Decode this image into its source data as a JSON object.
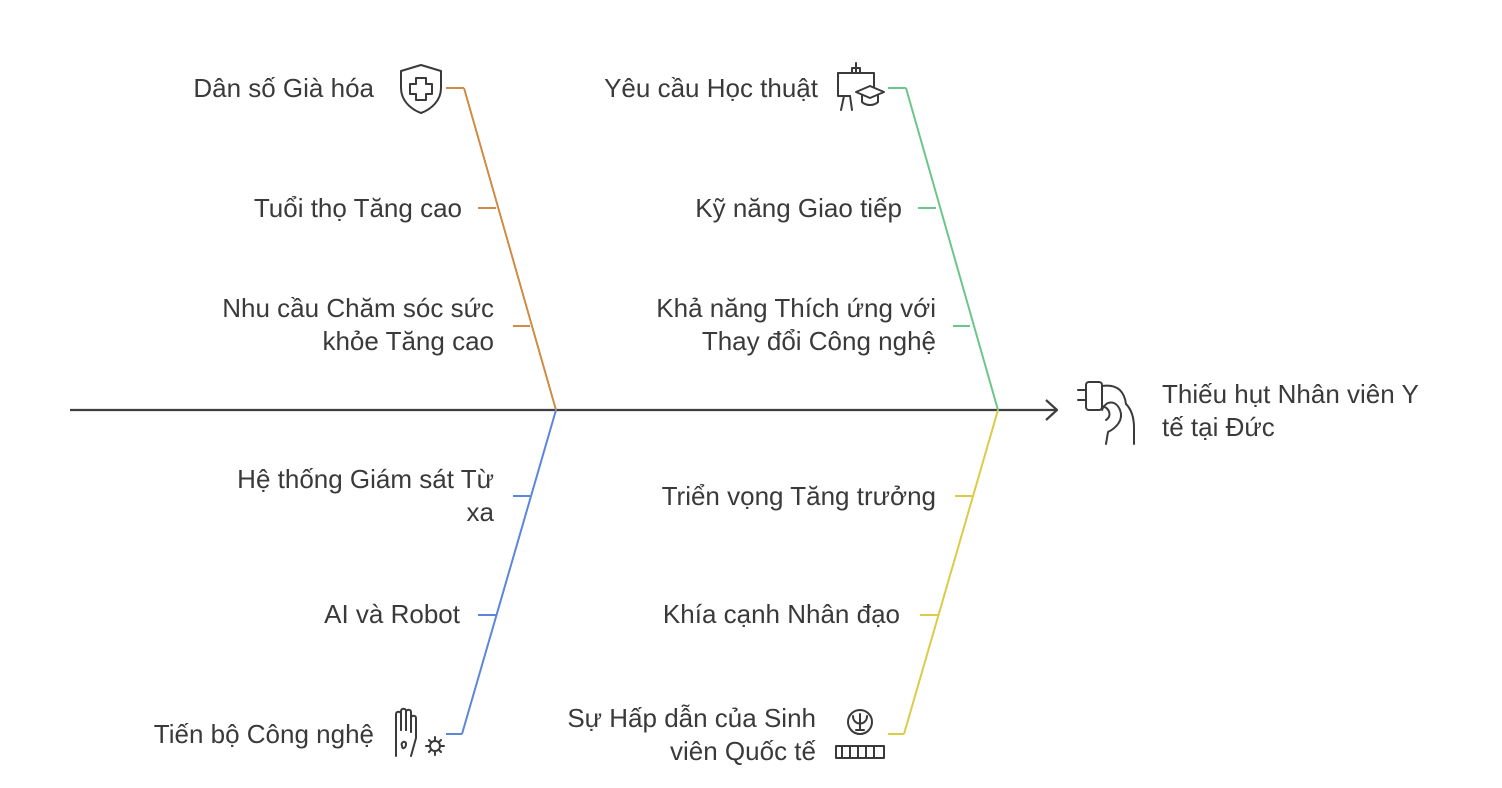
{
  "effect": {
    "label_lines": [
      "Thiếu hụt Nhân viên Y",
      "tế tại Đức"
    ],
    "icon": "nurse-hand-plug-icon"
  },
  "categories": [
    {
      "key": "demographic",
      "color": "#d08b45",
      "icon": "shield-plus-icon",
      "causes": [
        {
          "lines": [
            "Dân số Già hóa"
          ]
        },
        {
          "lines": [
            "Tuổi thọ Tăng cao"
          ]
        },
        {
          "lines": [
            "Nhu cầu Chăm sóc sức",
            "khỏe Tăng cao"
          ]
        }
      ]
    },
    {
      "key": "education",
      "color": "#6cc58a",
      "icon": "whiteboard-graduation-cap-icon",
      "causes": [
        {
          "lines": [
            "Yêu cầu Học thuật"
          ]
        },
        {
          "lines": [
            "Kỹ năng Giao tiếp"
          ]
        },
        {
          "lines": [
            "Khả năng Thích ứng với",
            "Thay đổi Công nghệ"
          ]
        }
      ]
    },
    {
      "key": "technology",
      "color": "#5b86dc",
      "icon": "robot-hand-gear-icon",
      "causes": [
        {
          "lines": [
            "Hệ thống Giám sát Từ",
            "xa"
          ]
        },
        {
          "lines": [
            "AI và Robot"
          ]
        },
        {
          "lines": [
            "Tiến bộ Công nghệ"
          ]
        }
      ]
    },
    {
      "key": "attraction",
      "color": "#dccb45",
      "icon": "psi-coin-stack-icon",
      "causes": [
        {
          "lines": [
            "Triển vọng Tăng trưởng"
          ]
        },
        {
          "lines": [
            "Khía cạnh Nhân đạo"
          ]
        },
        {
          "lines": [
            "Sự Hấp dẫn của Sinh",
            "viên Quốc tế"
          ]
        }
      ]
    }
  ],
  "spine_color": "#3f3f3f"
}
